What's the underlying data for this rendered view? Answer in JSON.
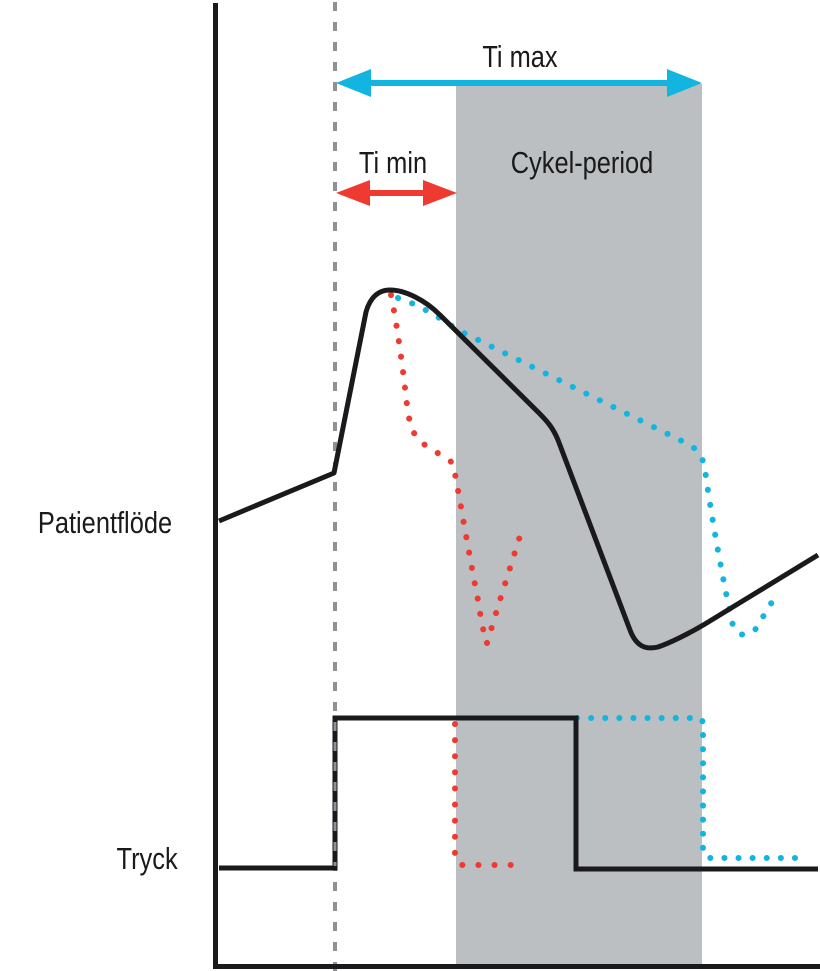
{
  "labels": {
    "ti_max": "Ti max",
    "ti_min": "Ti min",
    "cycle_period": "Cykel-period",
    "patient_flow": "Patientflöde",
    "pressure": "Tryck"
  },
  "colors": {
    "axis": "#1a1a1c",
    "trigger_dashed_line": "#8e9196",
    "cycle_band": "#bcbfc2",
    "ti_max_arrow": "#12b5e0",
    "ti_min_arrow": "#ee3a31",
    "ti_min_trace": "#ee3a31",
    "ti_max_trace": "#12b5e0",
    "actual_trace": "#1a1a1c"
  },
  "chart_data": {
    "type": "line",
    "title": "",
    "description": "Schematic of patient flow and pressure waveforms illustrating Ti min and Ti max limits relative to the cycle period",
    "xlabel": "",
    "ylabel": "",
    "grid": false,
    "axes": {
      "x_ticks": [],
      "y_ticks": []
    },
    "annotations": [
      {
        "text": "Ti max",
        "type": "double-arrow",
        "color": "#12b5e0",
        "from_x": 335,
        "to_x": 702
      },
      {
        "text": "Ti min",
        "type": "double-arrow",
        "color": "#ee3a31",
        "from_x": 335,
        "to_x": 456
      },
      {
        "text": "Cykel-period",
        "type": "shaded-band",
        "color": "#bcbfc2",
        "from_x": 456,
        "to_x": 702
      },
      {
        "text": "",
        "type": "dashed-vertical",
        "color": "#8e9196",
        "x": 335
      }
    ],
    "row_labels": [
      "Patientflöde",
      "Tryck"
    ],
    "series": [
      {
        "name": "Patientflöde (actual)",
        "style": "solid",
        "color": "#1a1a1c",
        "points": [
          [
            218,
            522
          ],
          [
            334,
            472
          ],
          [
            368,
            310
          ],
          [
            390,
            290
          ],
          [
            420,
            306
          ],
          [
            455,
            333
          ],
          [
            540,
            415
          ],
          [
            560,
            440
          ],
          [
            630,
            630
          ],
          [
            650,
            648
          ],
          [
            700,
            625
          ],
          [
            818,
            555
          ]
        ]
      },
      {
        "name": "Patientflöde (Ti min cycling)",
        "style": "dotted",
        "color": "#ee3a31",
        "points": [
          [
            392,
            296
          ],
          [
            405,
            380
          ],
          [
            413,
            440
          ],
          [
            455,
            466
          ],
          [
            468,
            540
          ],
          [
            487,
            640
          ],
          [
            500,
            595
          ],
          [
            520,
            535
          ]
        ]
      },
      {
        "name": "Patientflöde (Ti max cycling)",
        "style": "dotted",
        "color": "#12b5e0",
        "points": [
          [
            398,
            298
          ],
          [
            455,
            330
          ],
          [
            690,
            445
          ],
          [
            702,
            460
          ],
          [
            720,
            560
          ],
          [
            735,
            635
          ],
          [
            755,
            630
          ],
          [
            778,
            590
          ]
        ]
      },
      {
        "name": "Tryck (actual)",
        "style": "solid",
        "color": "#1a1a1c",
        "points": [
          [
            218,
            868
          ],
          [
            334,
            868
          ],
          [
            334,
            718
          ],
          [
            576,
            718
          ],
          [
            576,
            869
          ],
          [
            818,
            869
          ]
        ]
      },
      {
        "name": "Tryck (Ti min cycling)",
        "style": "dotted",
        "color": "#ee3a31",
        "points": [
          [
            456,
            724
          ],
          [
            456,
            858
          ],
          [
            462,
            865
          ],
          [
            515,
            865
          ]
        ]
      },
      {
        "name": "Tryck (Ti max cycling)",
        "style": "dotted",
        "color": "#12b5e0",
        "points": [
          [
            576,
            718
          ],
          [
            700,
            718
          ],
          [
            703,
            722
          ],
          [
            703,
            852
          ],
          [
            710,
            858
          ],
          [
            800,
            858
          ]
        ]
      }
    ]
  }
}
